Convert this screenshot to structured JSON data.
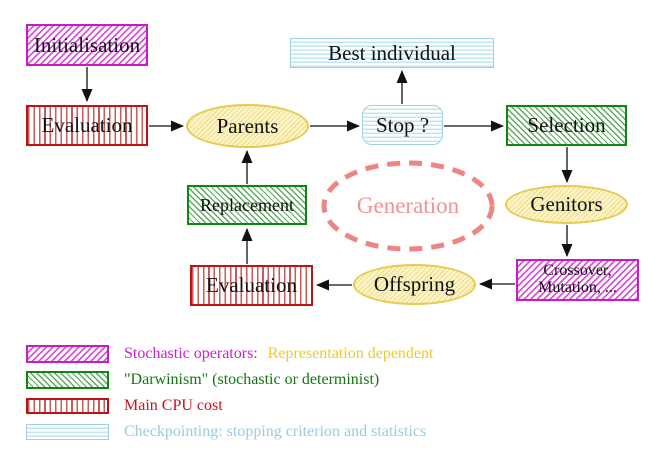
{
  "diagram": {
    "nodes": {
      "initialisation": "Initialisation",
      "evaluation_top": "Evaluation",
      "parents": "Parents",
      "best_individual": "Best individual",
      "stop": "Stop ?",
      "selection": "Selection",
      "replacement": "Replacement",
      "generation": "Generation",
      "genitors": "Genitors",
      "offspring": "Offspring",
      "evaluation_bottom": "Evaluation",
      "crossover_line1": "Crossover,",
      "crossover_line2": "Mutation, ..."
    },
    "edges": [
      {
        "from": "initialisation",
        "to": "evaluation_top"
      },
      {
        "from": "evaluation_top",
        "to": "parents"
      },
      {
        "from": "parents",
        "to": "stop"
      },
      {
        "from": "stop",
        "to": "best_individual"
      },
      {
        "from": "stop",
        "to": "selection"
      },
      {
        "from": "selection",
        "to": "genitors"
      },
      {
        "from": "genitors",
        "to": "crossover"
      },
      {
        "from": "crossover",
        "to": "offspring"
      },
      {
        "from": "offspring",
        "to": "evaluation_bottom"
      },
      {
        "from": "evaluation_bottom",
        "to": "replacement"
      },
      {
        "from": "replacement",
        "to": "parents"
      }
    ]
  },
  "legend": {
    "rows": [
      {
        "swatch": "magenta-diagonal-hatch",
        "text": "Stochastic operators:",
        "text2": "Representation dependent"
      },
      {
        "swatch": "green-diagonal-hatch",
        "text": "\"Darwinism\" (stochastic or determinist)"
      },
      {
        "swatch": "red-vertical-stripes",
        "text": "Main CPU cost"
      },
      {
        "swatch": "cyan-horizontal-stripes",
        "text": "Checkpointing: stopping criterion and statistics"
      }
    ]
  },
  "colors": {
    "magenta": "#c71bc7",
    "green": "#0e870e",
    "red": "#bf1212",
    "cyan": "#9fcfe2",
    "yellow": "#e7ca52",
    "salmon": "#ee8585",
    "legend_yellow_text": "#eecb2a",
    "legend_cyan_text": "#97cbe4",
    "arrow_black": "#111111"
  }
}
